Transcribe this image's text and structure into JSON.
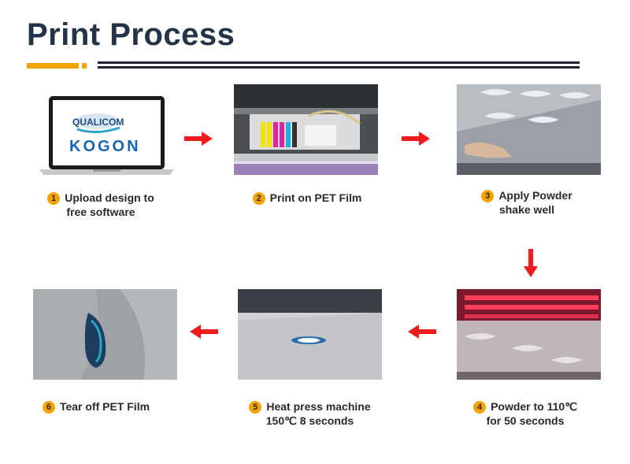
{
  "title": "Print Process",
  "colors": {
    "accent": "#f5a300",
    "arrow": "#ee1c1c",
    "title": "#243447"
  },
  "laptop": {
    "brand1": "QUALICOM",
    "brand2": "KOGON"
  },
  "steps": [
    {
      "number": "1",
      "line1": "Upload design to",
      "line2": "free software"
    },
    {
      "number": "2",
      "line1": "Print on PET Film",
      "line2": ""
    },
    {
      "number": "3",
      "line1": "Apply Powder",
      "line2": "shake well"
    },
    {
      "number": "4",
      "line1": "Powder to 110℃",
      "line2": "for 50 seconds"
    },
    {
      "number": "5",
      "line1": "Heat press machine",
      "line2": "150℃ 8 seconds"
    },
    {
      "number": "6",
      "line1": "Tear off PET Film",
      "line2": ""
    }
  ]
}
